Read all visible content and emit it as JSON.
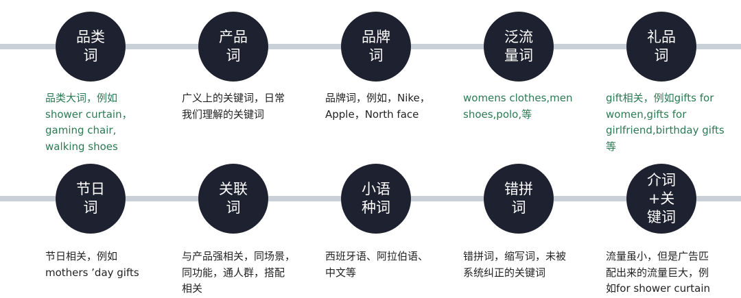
{
  "accent_colors": {
    "node_fill": "#1e2230",
    "line": "#c9d0d8",
    "green_text": "#2a7a53",
    "dark_text": "#222222"
  },
  "rows": [
    {
      "items": [
        {
          "label": "品类\n词",
          "desc": "品类大词，例如\nshower curtain，\ngaming chair,\nwalking shoes",
          "desc_color": "green"
        },
        {
          "label": "产品\n词",
          "desc": "广义上的关键词，日常\n我们理解的关键词",
          "desc_color": "dark"
        },
        {
          "label": "品牌\n词",
          "desc": "品牌词，例如，Nike，\nApple，North face",
          "desc_color": "dark"
        },
        {
          "label": "泛流\n量词",
          "desc": "womens clothes,men\nshoes,polo,等",
          "desc_color": "green"
        },
        {
          "label": "礼品\n词",
          "desc": "gift相关，例如gifts for\nwomen,gifts for\ngirlfriend,birthday gifts\n等",
          "desc_color": "green"
        }
      ]
    },
    {
      "items": [
        {
          "label": "节日\n词",
          "desc": "节日相关，例如\nmothers ’day gifts",
          "desc_color": "dark"
        },
        {
          "label": "关联\n词",
          "desc": "与产品强相关，同场景，\n同功能，通人群，搭配\n相关",
          "desc_color": "dark"
        },
        {
          "label": "小语\n种词",
          "desc": "西班牙语、阿拉伯语、\n中文等",
          "desc_color": "dark"
        },
        {
          "label": "错拼\n词",
          "desc": "错拼词，缩写词，未被\n系统纠正的关键词",
          "desc_color": "dark"
        },
        {
          "label": "介词\n+关\n键词",
          "desc": "流量虽小，但是广告匹\n配出来的流量巨大，例\n如for shower curtain",
          "desc_color": "dark"
        }
      ]
    }
  ]
}
